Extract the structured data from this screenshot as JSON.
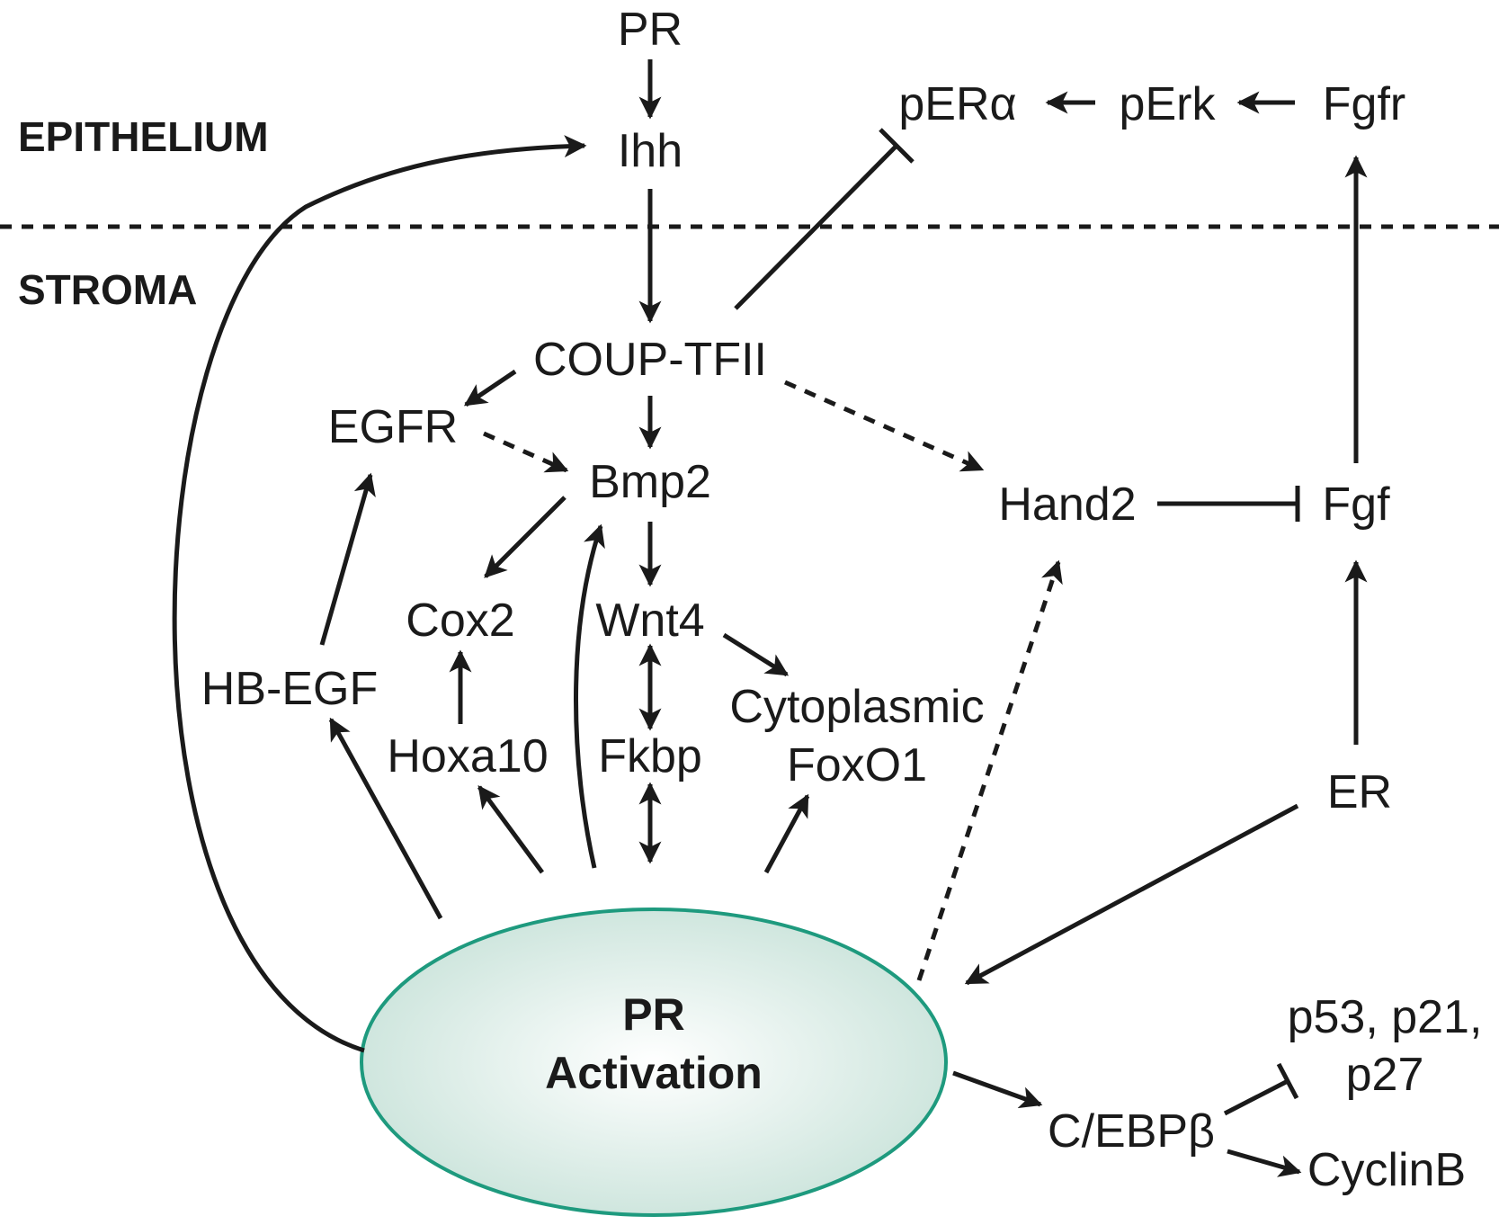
{
  "regions": {
    "epithelium": "EPITHELIUM",
    "stroma": "STROMA"
  },
  "nodes": {
    "pr_top": "PR",
    "ihh": "Ihh",
    "per_alpha": "pERα",
    "perk": "pErk",
    "fgfr": "Fgfr",
    "coup_tfii": "COUP-TFII",
    "egfr": "EGFR",
    "bmp2": "Bmp2",
    "hand2": "Hand2",
    "fgf": "Fgf",
    "cox2": "Cox2",
    "wnt4": "Wnt4",
    "hb_egf": "HB-EGF",
    "cytoplasmic": "Cytoplasmic",
    "foxo1": "FoxO1",
    "hoxa10": "Hoxa10",
    "fkbp": "Fkbp",
    "er": "ER",
    "pr_activation_line1": "PR",
    "pr_activation_line2": "Activation",
    "p53_line1": "p53, p21,",
    "p53_line2": "p27",
    "cebpb": "C/EBPβ",
    "cyclinb": "CyclinB"
  },
  "colors": {
    "ink": "#1a1a1a",
    "ellipse_stroke": "#1e9a7e",
    "ellipse_fill_center": "#ffffff",
    "ellipse_fill_edge": "#cfe6de"
  }
}
